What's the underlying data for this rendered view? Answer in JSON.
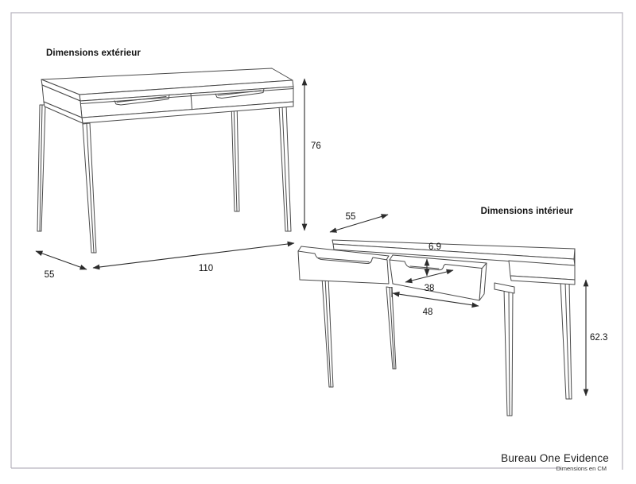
{
  "drawing": {
    "exterior_view": {
      "label": "Dimensions extérieur",
      "height_cm": "76",
      "width_cm": "110",
      "depth_cm": "55"
    },
    "interior_view": {
      "label": "Dimensions intérieur",
      "top_depth_cm": "55",
      "drawer_opening_height_cm": "6.9",
      "drawer_inner_width_cm": "38",
      "drawer_outer_width_cm": "48",
      "underdesk_height_cm": "62.3"
    },
    "title_block": {
      "product_name": "Bureau One Evidence",
      "units_note": "Dimensions en CM"
    },
    "colors": {
      "line": "#4a4a4a",
      "dimension": "#2b2b2b",
      "text": "#111111",
      "page_border": "#b7b4bf"
    }
  }
}
